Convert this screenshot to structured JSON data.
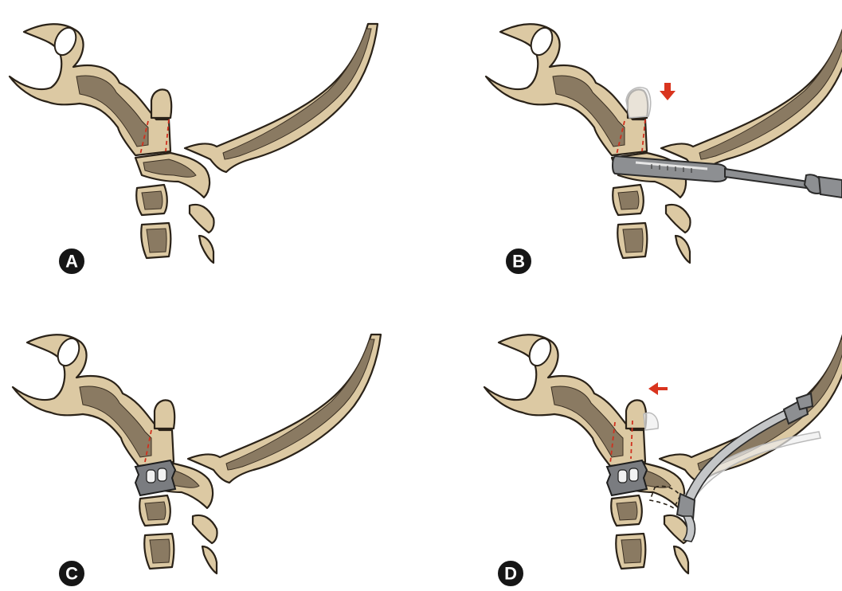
{
  "panels": [
    {
      "id": "A",
      "label": "A",
      "instruments": []
    },
    {
      "id": "B",
      "label": "B",
      "instruments": [
        "osteotome",
        "direction-arrow-down"
      ]
    },
    {
      "id": "C",
      "label": "C",
      "instruments": [
        "cage-implant"
      ]
    },
    {
      "id": "D",
      "label": "D",
      "instruments": [
        "cage-implant",
        "curved-retractor",
        "direction-arrow-left"
      ]
    }
  ],
  "colors": {
    "bone": "#dcc9a3",
    "marrow": "#8a7a62",
    "cut_line": "#d0301e",
    "arrow": "#d9341e",
    "instrument": "#8d8f92",
    "badge": "#161616"
  }
}
